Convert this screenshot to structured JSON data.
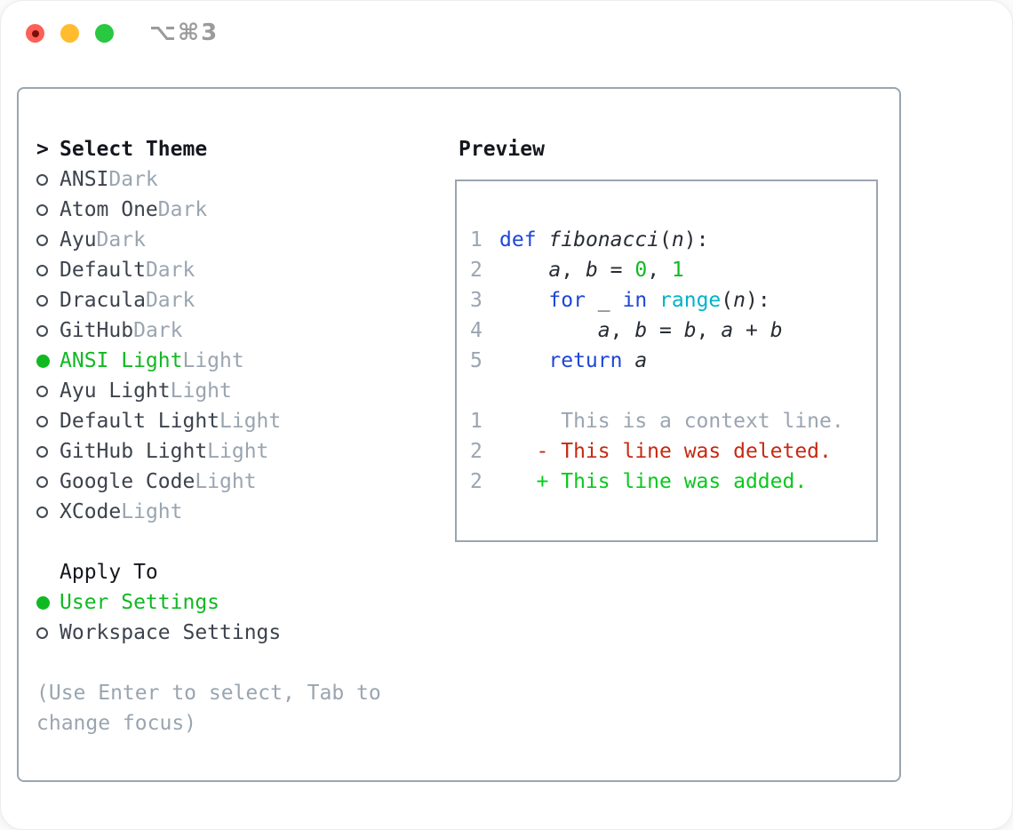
{
  "window": {
    "shortcut_label": "⌥⌘3",
    "traffic_lights": [
      {
        "name": "close",
        "color": "#ff5f57",
        "dot": true
      },
      {
        "name": "minimize",
        "color": "#febc2e",
        "dot": false
      },
      {
        "name": "zoom",
        "color": "#28c840",
        "dot": false
      }
    ]
  },
  "theme_panel": {
    "pointer": ">",
    "title": "Select Theme",
    "themes": [
      {
        "name": "ANSI",
        "variant": "Dark",
        "selected": false
      },
      {
        "name": "Atom One",
        "variant": "Dark",
        "selected": false
      },
      {
        "name": "Ayu",
        "variant": "Dark",
        "selected": false
      },
      {
        "name": "Default",
        "variant": "Dark",
        "selected": false
      },
      {
        "name": "Dracula",
        "variant": "Dark",
        "selected": false
      },
      {
        "name": "GitHub",
        "variant": "Dark",
        "selected": false
      },
      {
        "name": "ANSI Light",
        "variant": "Light",
        "selected": true
      },
      {
        "name": "Ayu Light",
        "variant": "Light",
        "selected": false
      },
      {
        "name": "Default Light",
        "variant": "Light",
        "selected": false
      },
      {
        "name": "GitHub Light",
        "variant": "Light",
        "selected": false
      },
      {
        "name": "Google Code",
        "variant": "Light",
        "selected": false
      },
      {
        "name": "XCode",
        "variant": "Light",
        "selected": false
      }
    ],
    "apply_to": {
      "title": "Apply To",
      "options": [
        {
          "label": "User Settings",
          "selected": true
        },
        {
          "label": "Workspace Settings",
          "selected": false
        }
      ]
    },
    "help_lines": [
      "(Use Enter to select, Tab to",
      "change focus)"
    ]
  },
  "preview_panel": {
    "title": "Preview",
    "lines": [
      {
        "num": "1",
        "segments": [
          [
            "kw",
            "def"
          ],
          [
            "plain",
            " "
          ],
          [
            "ident",
            "fibonacci"
          ],
          [
            "plain",
            "("
          ],
          [
            "ident",
            "n"
          ],
          [
            "plain",
            "):"
          ]
        ]
      },
      {
        "num": "2",
        "segments": [
          [
            "plain",
            "    "
          ],
          [
            "ident",
            "a"
          ],
          [
            "plain",
            ", "
          ],
          [
            "ident",
            "b"
          ],
          [
            "plain",
            " = "
          ],
          [
            "number",
            "0"
          ],
          [
            "plain",
            ", "
          ],
          [
            "number",
            "1"
          ]
        ]
      },
      {
        "num": "3",
        "segments": [
          [
            "plain",
            "    "
          ],
          [
            "kw",
            "for"
          ],
          [
            "plain",
            " _ "
          ],
          [
            "kw",
            "in"
          ],
          [
            "plain",
            " "
          ],
          [
            "builtin",
            "range"
          ],
          [
            "plain",
            "("
          ],
          [
            "ident",
            "n"
          ],
          [
            "plain",
            "):"
          ]
        ]
      },
      {
        "num": "4",
        "segments": [
          [
            "plain",
            "        "
          ],
          [
            "ident",
            "a"
          ],
          [
            "plain",
            ", "
          ],
          [
            "ident",
            "b"
          ],
          [
            "plain",
            " = "
          ],
          [
            "ident",
            "b"
          ],
          [
            "plain",
            ", "
          ],
          [
            "ident",
            "a"
          ],
          [
            "plain",
            " + "
          ],
          [
            "ident",
            "b"
          ]
        ]
      },
      {
        "num": "5",
        "segments": [
          [
            "plain",
            "    "
          ],
          [
            "kw",
            "return"
          ],
          [
            "plain",
            " "
          ],
          [
            "ident",
            "a"
          ]
        ]
      },
      {
        "num": "",
        "segments": []
      },
      {
        "num": "1",
        "segments": [
          [
            "context",
            "     This is a context line."
          ]
        ]
      },
      {
        "num": "2",
        "segments": [
          [
            "deleted",
            "   - This line was deleted."
          ]
        ]
      },
      {
        "num": "2",
        "segments": [
          [
            "added",
            "   + This line was added."
          ]
        ]
      }
    ]
  },
  "colors": {
    "keyword": "#1e46d7",
    "builtin": "#00b3c8",
    "number_literal": "#10b922",
    "plain_code": "#272c34",
    "selected_green": "#10b922",
    "added_green": "#0ac81e",
    "deleted_red": "#c52a12",
    "muted": "#9aa5b1",
    "item_text": "#3d434d",
    "heading_text": "#14171d",
    "panel_border": "#9aa5b1"
  }
}
